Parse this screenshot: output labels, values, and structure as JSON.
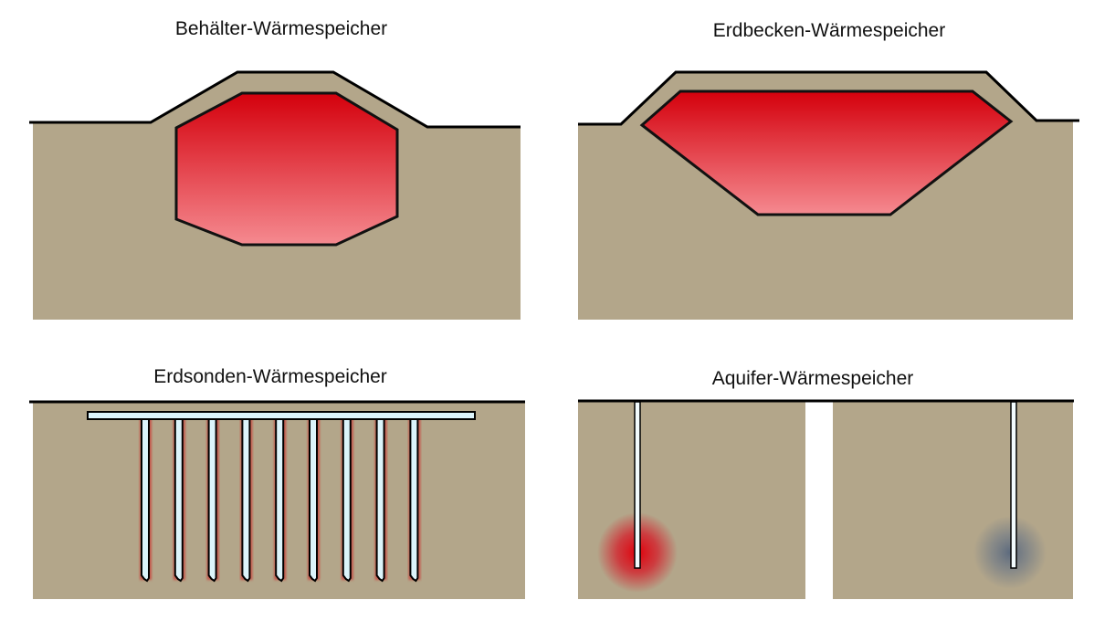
{
  "panels": [
    {
      "title": "Behälter-Wärmespeicher"
    },
    {
      "title": "Erdbecken-Wärmespeicher"
    },
    {
      "title": "Erdsonden-Wärmespeicher"
    },
    {
      "title": "Aquifer-Wärmespeicher"
    }
  ],
  "colors": {
    "ground": "#b3a68a",
    "hot": "#d8000f",
    "warm_light": "#f3838a",
    "pipe": "#dcf4fb",
    "cold": "#6a7686"
  },
  "probe_count": 9
}
